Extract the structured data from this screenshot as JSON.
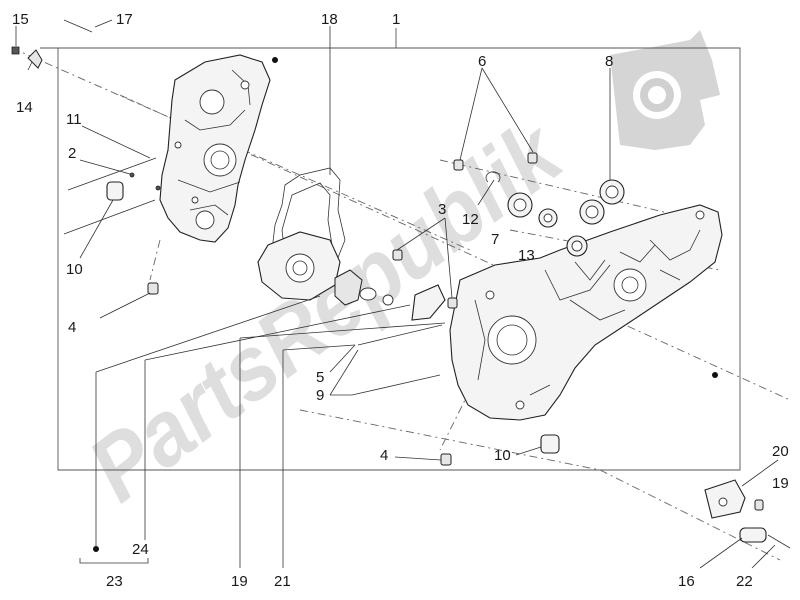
{
  "watermark": {
    "text": "PartsRepublik"
  },
  "callouts": [
    {
      "id": "c15",
      "text": "15"
    },
    {
      "id": "c17",
      "text": "17"
    },
    {
      "id": "c18",
      "text": "18"
    },
    {
      "id": "c1",
      "text": "1"
    },
    {
      "id": "c14",
      "text": "14"
    },
    {
      "id": "c6",
      "text": "6"
    },
    {
      "id": "c8",
      "text": "8"
    },
    {
      "id": "c11",
      "text": "11"
    },
    {
      "id": "c2",
      "text": "2"
    },
    {
      "id": "c3",
      "text": "3"
    },
    {
      "id": "c12",
      "text": "12"
    },
    {
      "id": "c7",
      "text": "7"
    },
    {
      "id": "c13",
      "text": "13"
    },
    {
      "id": "c10a",
      "text": "10"
    },
    {
      "id": "c4a",
      "text": "4"
    },
    {
      "id": "c5",
      "text": "5"
    },
    {
      "id": "c9",
      "text": "9"
    },
    {
      "id": "c4b",
      "text": "4"
    },
    {
      "id": "c10b",
      "text": "10"
    },
    {
      "id": "c20",
      "text": "20"
    },
    {
      "id": "c19a",
      "text": "19"
    },
    {
      "id": "c24",
      "text": "24"
    },
    {
      "id": "c23",
      "text": "23"
    },
    {
      "id": "c19b",
      "text": "19"
    },
    {
      "id": "c21",
      "text": "21"
    },
    {
      "id": "c16",
      "text": "16"
    },
    {
      "id": "c22",
      "text": "22"
    }
  ],
  "colors": {
    "line": "#333333",
    "watermark": "#d9d9d9",
    "logo": "#d0d0d0"
  }
}
